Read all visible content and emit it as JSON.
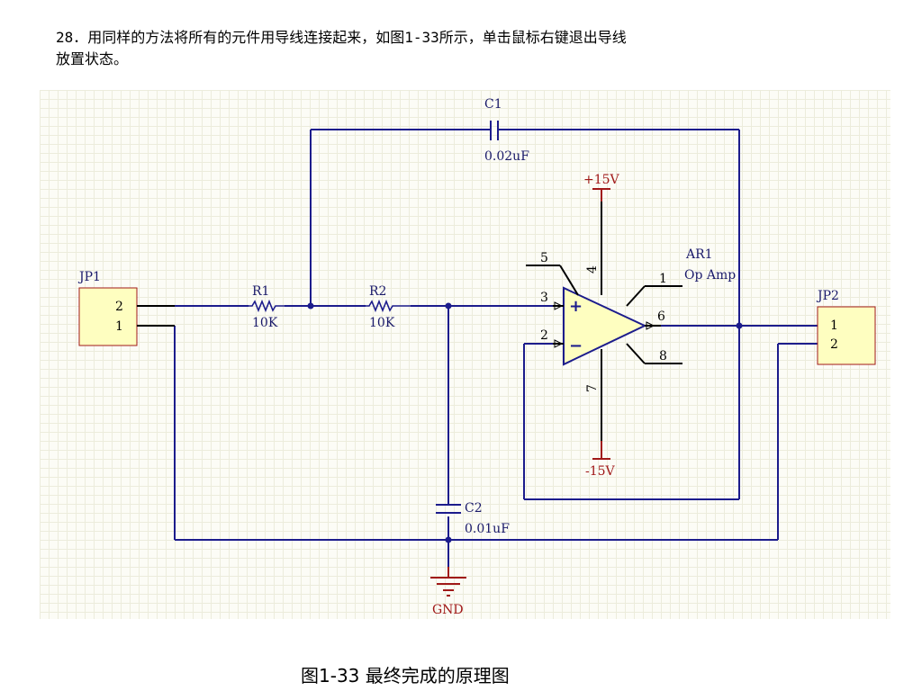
{
  "instruction": {
    "line1": "28．用同样的方法将所有的元件用导线连接起来，如图1-33所示，单击鼠标右键退出导线",
    "line2": "放置状态。"
  },
  "schematic": {
    "components": {
      "c1": {
        "designator": "C1",
        "value": "0.02uF"
      },
      "c2": {
        "designator": "C2",
        "value": "0.01uF"
      },
      "r1": {
        "designator": "R1",
        "value": "10K"
      },
      "r2": {
        "designator": "R2",
        "value": "10K"
      },
      "ar1": {
        "designator": "AR1",
        "value": "Op Amp"
      },
      "jp1": {
        "designator": "JP1",
        "pin_top": "2",
        "pin_bottom": "1"
      },
      "jp2": {
        "designator": "JP2",
        "pin_top": "1",
        "pin_bottom": "2"
      }
    },
    "opamp_pins": {
      "p1": "1",
      "p2": "2",
      "p3": "3",
      "p4": "4",
      "p5": "5",
      "p6": "6",
      "p7": "7",
      "p8": "8"
    },
    "opamp_signs": {
      "plus": "+",
      "minus": "−"
    },
    "power": {
      "vpos": "+15V",
      "vneg": "-15V",
      "gnd": "GND"
    },
    "colors": {
      "wire": "#1c1c8c",
      "component_fill": "#fefec0",
      "power": "#a01818",
      "grid": "#ececdc"
    }
  },
  "caption": "图1-33 最终完成的原理图"
}
